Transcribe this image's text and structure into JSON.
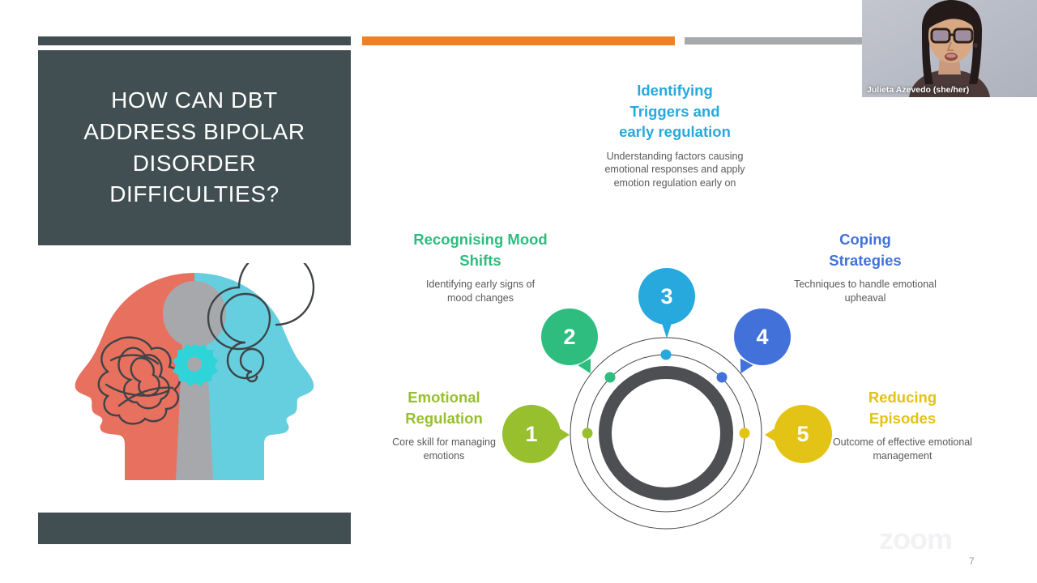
{
  "slide": {
    "title": "HOW CAN DBT ADDRESS BIPOLAR DISORDER DIFFICULTIES?",
    "page_number": "7",
    "watermark": "zoom",
    "accent_colors": {
      "dark_slate": "#414f52",
      "orange": "#ef8023",
      "gray": "#a6aaad"
    }
  },
  "illustration": {
    "name": "two-facing-heads-brain-graphic",
    "left_head_color": "#e8705f",
    "right_head_color": "#65cfe0",
    "center_keyhole_color": "#a6a8ab",
    "gear_color": "#2ed4d8",
    "left_motif": "tangled-scribble",
    "right_motif": "spiral"
  },
  "diagram": {
    "type": "circular-process",
    "center_ring_color": "#4d4f52",
    "items": [
      {
        "number": "1",
        "title": "Emotional Regulation",
        "description": "Core skill for managing emotions",
        "color": "#97bf2e"
      },
      {
        "number": "2",
        "title": "Recognising Mood Shifts",
        "description": "Identifying early signs of mood changes",
        "color": "#2ebd7e"
      },
      {
        "number": "3",
        "title": "Identifying Triggers and early regulation",
        "description": "Understanding factors causing emotional responses and apply emotion regulation early on",
        "color": "#27a9de"
      },
      {
        "number": "4",
        "title": "Coping Strategies",
        "description": "Techniques to handle emotional upheaval",
        "color": "#4272d9"
      },
      {
        "number": "5",
        "title": "Reducing Episodes",
        "description": "Outcome of effective emotional management",
        "color": "#e3c316"
      }
    ]
  },
  "video_tile": {
    "participant_name": "Julieta Azevedo (she/her)"
  }
}
